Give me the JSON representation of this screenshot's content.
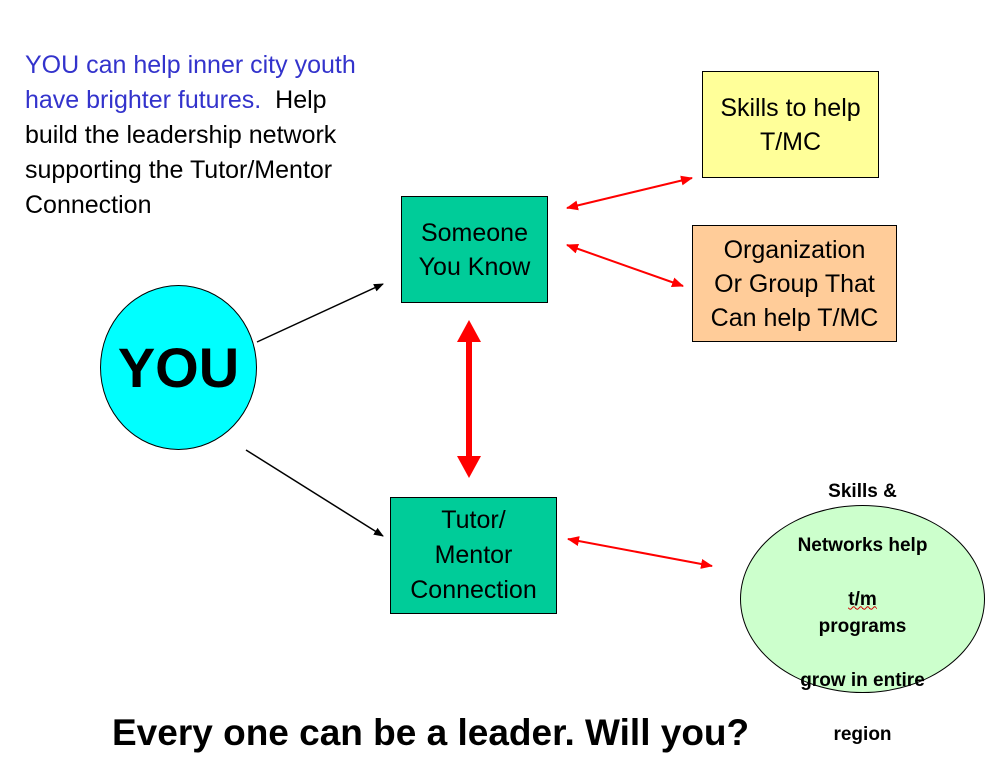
{
  "intro": {
    "blue_line_1": "YOU can help inner city youth",
    "blue_line_2": "have brighter futures.",
    "black_line_2": "Help",
    "black_line_3": "build the leadership network",
    "black_line_4": "supporting the Tutor/Mentor",
    "black_line_5": "Connection"
  },
  "nodes": {
    "you": {
      "label": "YOU",
      "color": "#00ffff"
    },
    "someone": {
      "label": "Someone\nYou Know",
      "color": "#00cc99"
    },
    "tmc": {
      "label": "Tutor/\nMentor\nConnection",
      "color": "#00cc99"
    },
    "skills": {
      "label": "Skills to help\nT/MC",
      "color": "#ffff99"
    },
    "org": {
      "label": "Organization\nOr Group That\nCan help T/MC",
      "color": "#ffcc99"
    },
    "networks": {
      "line_1": "Skills &",
      "line_2": "Networks help",
      "line_3_underlined": "t/m",
      "line_3_rest": "programs",
      "line_4": "grow in entire",
      "line_5": "region",
      "color": "#ccffcc"
    }
  },
  "tagline": "Every one can be a leader. Will you?",
  "colors": {
    "connector_black": "#000000",
    "connector_red": "#ff0000",
    "intro_blue": "#3333cc"
  }
}
